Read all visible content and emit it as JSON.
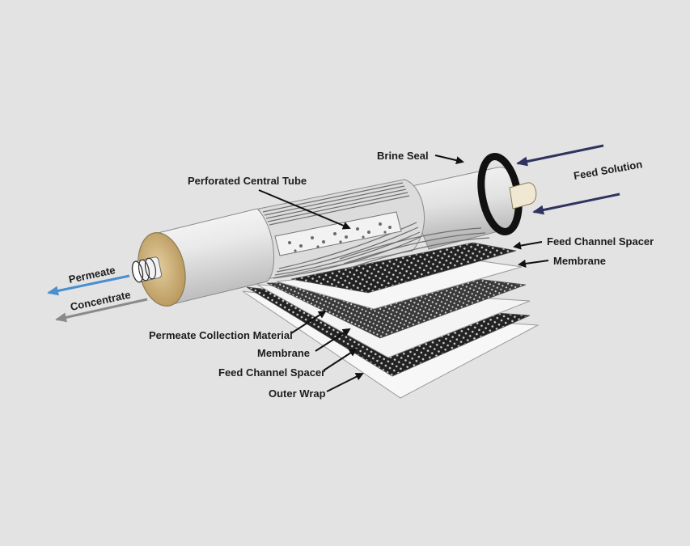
{
  "diagram": {
    "labels": {
      "brine_seal": "Brine Seal",
      "feed_solution": "Feed Solution",
      "perforated_central_tube": "Perforated Central Tube",
      "feed_channel_spacer_top": "Feed Channel Spacer",
      "membrane_top": "Membrane",
      "permeate": "Permeate",
      "concentrate": "Concentrate",
      "permeate_collection_material": "Permeate Collection Material",
      "membrane_bottom": "Membrane",
      "feed_channel_spacer_bottom": "Feed Channel Spacer",
      "outer_wrap": "Outer Wrap"
    },
    "colors": {
      "background": "#e3e3e3",
      "permeate_arrow": "#4a8fd0",
      "concentrate_arrow": "#8a8a8a",
      "feed_arrow": "#2e3360",
      "brine_seal": "#111111",
      "end_cap": "#cdb27c"
    }
  }
}
